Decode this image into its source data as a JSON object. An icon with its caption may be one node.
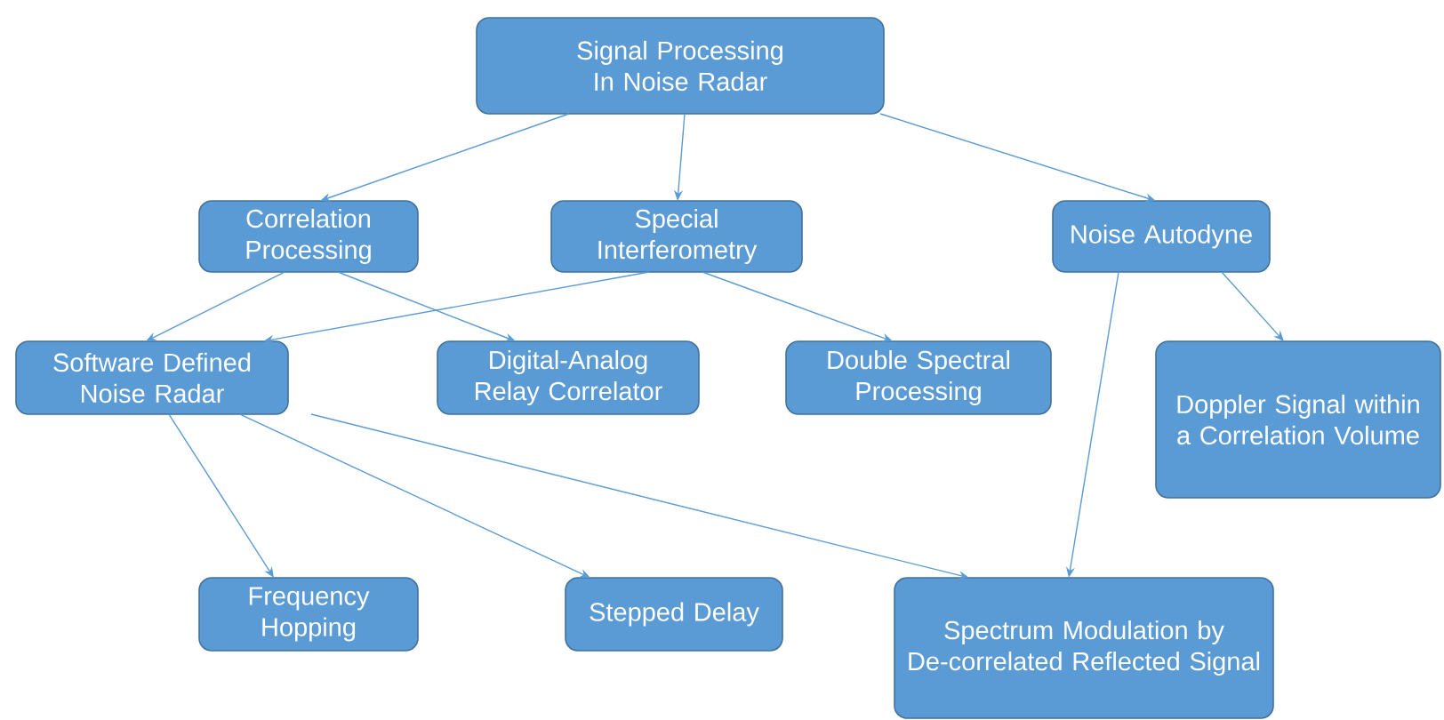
{
  "diagram": {
    "nodes": [
      {
        "text": [
          "Signal Processing In Noise Radar"
        ]
      },
      {
        "text": [
          "Correlation Processing"
        ]
      },
      {
        "text": [
          "Special Interferometry"
        ]
      },
      {
        "text": [
          "Noise Autodyne"
        ]
      },
      {
        "text": [
          "Software Defined Noise Radar"
        ]
      },
      {
        "text": [
          "Digital-Analog Relay Correlator"
        ]
      },
      {
        "text": [
          "Double Spectral Processing"
        ]
      },
      {
        "text": [
          "Doppler Signal within a Correlation Volume"
        ]
      },
      {
        "text": [
          "Frequency Hopping"
        ]
      },
      {
        "text": [
          "Stepped Delay"
        ]
      },
      {
        "text": [
          "Spectrum Modulation by De-correlated Reflected Signal"
        ]
      }
    ],
    "edges": [
      {
        "from": 0,
        "to": 1,
        "arrow": "to"
      },
      {
        "from": 0,
        "to": 2,
        "arrow": "to"
      },
      {
        "from": 0,
        "to": 3,
        "arrow": "to"
      },
      {
        "from": 1,
        "to": 4,
        "arrow": "to"
      },
      {
        "from": 1,
        "to": 5,
        "arrow": "to"
      },
      {
        "from": 2,
        "to": 4,
        "arrow": "to"
      },
      {
        "from": 2,
        "to": 6,
        "arrow": "to"
      },
      {
        "from": 3,
        "to": 7,
        "arrow": "to"
      },
      {
        "from": 3,
        "to": 10,
        "arrow": "to"
      },
      {
        "from": 4,
        "to": 8,
        "arrow": "to"
      },
      {
        "from": 4,
        "to": 9,
        "arrow": "to"
      },
      {
        "from": 4,
        "to": 10,
        "arrow": "to"
      }
    ]
  }
}
